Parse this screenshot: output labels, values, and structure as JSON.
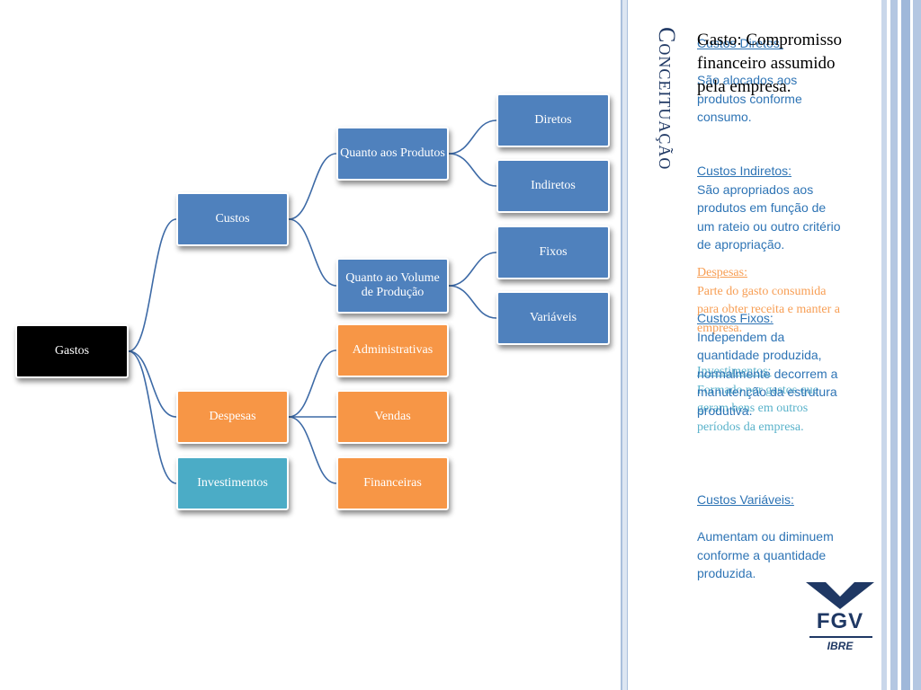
{
  "diagram": {
    "root": "Gastos",
    "custos": "Custos",
    "despesas": "Despesas",
    "investimentos": "Investimentos",
    "quanto_produtos": "Quanto aos Produtos",
    "quanto_volume": "Quanto ao Volume de Produção",
    "diretos": "Diretos",
    "indiretos": "Indiretos",
    "fixos": "Fixos",
    "variaveis": "Variáveis",
    "administrativas": "Administrativas",
    "vendas": "Vendas",
    "financeiras": "Financeiras"
  },
  "colors": {
    "root": "#000000",
    "custos_branch": "#4f81bd",
    "despesas_branch": "#f79646",
    "investimentos_branch": "#4bacc6",
    "title": "#1f3864"
  },
  "side": {
    "title": "Conceituação",
    "gasto_definition": "Gasto: Compromisso financeiro assumido pela empresa."
  },
  "notes": {
    "custos_diretos_head": "Custos Diretos:",
    "custos_diretos_body": "São alocados aos produtos conforme consumo.",
    "custos_indiretos_head": "Custos Indiretos:",
    "custos_indiretos_body": "São apropriados aos produtos em função de um rateio ou outro critério de apropriação.",
    "custos_fixos_head": "Custos Fixos:",
    "custos_fixos_body": "Independem da quantidade produzida, normalmente decorrem a manutenção da estrutura produtiva.",
    "custos_variaveis_head": "Custos Variáveis:",
    "custos_variaveis_body": "Aumentam ou diminuem conforme a quantidade produzida.",
    "despesas_head": "Despesas:",
    "despesas_body": "Parte do gasto consumida para obter receita e manter a empresa.",
    "investimentos_head": "Investimentos:",
    "investimentos_body": "Formado por gastos que geram bens em outros períodos da empresa."
  },
  "logo": {
    "name": "FGV",
    "sub": "IBRE"
  }
}
